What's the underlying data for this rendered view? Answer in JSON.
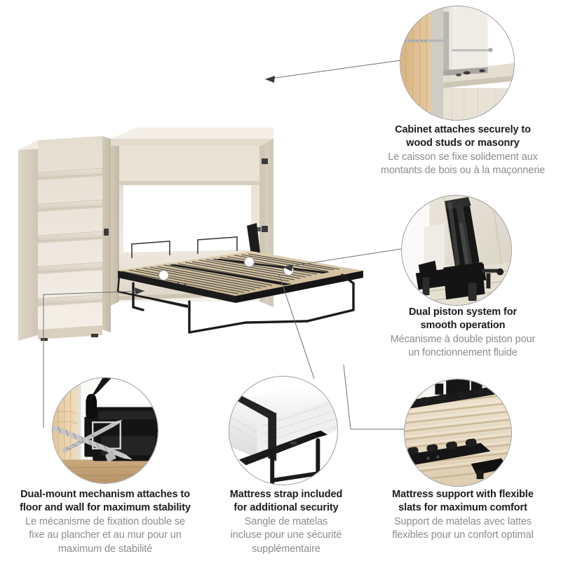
{
  "page": {
    "title": "Murphy bed with bookcase feature infographic",
    "background_color": "#ffffff",
    "heading_color": "#1c1c1c",
    "subtext_color": "#8c8c8c",
    "line_color": "#6f6f6f"
  },
  "product": {
    "name": "queen murphy bed cabinet with side bookcase",
    "finish_color": "#e6e0d4",
    "slat_color": "#d8c9ad",
    "metal_color": "#1f1f1f"
  },
  "callouts": [
    {
      "id": "wall-mount",
      "icon": "cabinet-wall-anchor-photo",
      "heading_en": [
        "Cabinet attaches securely to",
        "wood studs or masonry"
      ],
      "heading_fr": [
        "Le caisson se fixe solidement aux",
        "montants de bois ou à la maçonnerie"
      ]
    },
    {
      "id": "dual-piston",
      "icon": "dual-piston-mechanism-photo",
      "heading_en": [
        "Dual piston system for",
        "smooth operation"
      ],
      "heading_fr": [
        "Mécanisme à double piston pour",
        "un fonctionnement fluide"
      ]
    },
    {
      "id": "dual-mount",
      "icon": "floor-wall-screw-mount-photo",
      "heading_en": [
        "Dual-mount mechanism attaches to",
        "floor and wall for maximum stability"
      ],
      "heading_fr": [
        "Le mécanisme de fixation double se",
        "fixe au plancher et au mur pour un",
        "maximum de stabilité"
      ]
    },
    {
      "id": "mattress-strap",
      "icon": "mattress-strap-photo",
      "heading_en": [
        "Mattress strap included",
        "for additional security"
      ],
      "heading_fr": [
        "Sangle de matelas",
        "incluse pour une sécurité",
        "supplémentaire"
      ]
    },
    {
      "id": "flexible-slats",
      "icon": "wooden-slat-support-photo",
      "heading_en": [
        "Mattress support with flexible",
        "slats for maximum comfort"
      ],
      "heading_fr": [
        "Support de matelas avec lattes",
        "flexibles pour un confort optimal"
      ]
    }
  ]
}
